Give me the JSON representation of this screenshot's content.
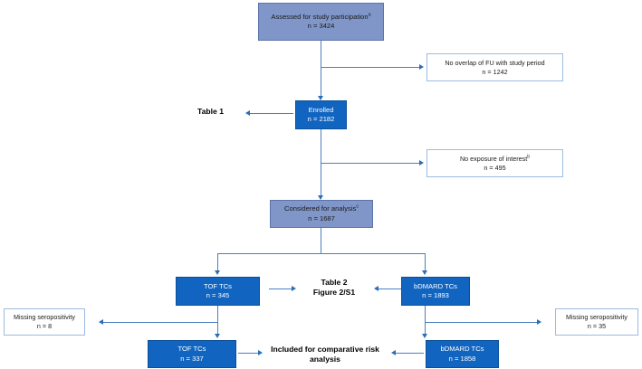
{
  "figure": {
    "type": "flowchart",
    "title": "Study participant flow diagram",
    "colors": {
      "light_box_fill": "#8096c8",
      "solid_box_fill": "#1165c0",
      "outline_box_border": "#9dbbe0",
      "connector": "#4a7fc1",
      "arrowhead": "#2e6db4"
    }
  },
  "nodes": {
    "assessed": {
      "label": "Assessed for study participation",
      "superscript": "a",
      "count": "n = 3424",
      "style": "light"
    },
    "no_overlap": {
      "label": "No overlap of FU with study period",
      "superscript": "",
      "count": "n = 1242",
      "style": "outline"
    },
    "enrolled": {
      "label": "Enrolled",
      "superscript": "",
      "count": "n = 2182",
      "style": "solid"
    },
    "no_exposure": {
      "label": "No exposure of interest",
      "superscript": "b",
      "count": "n = 495",
      "style": "outline"
    },
    "considered": {
      "label": "Considered for analysis",
      "superscript": "c",
      "count": "n = 1687",
      "style": "light"
    },
    "tof_top": {
      "label": "TOF TCs",
      "superscript": "",
      "count": "n = 345",
      "style": "solid"
    },
    "bdmard_top": {
      "label": "bDMARD TCs",
      "superscript": "",
      "count": "n = 1893",
      "style": "solid"
    },
    "missing_left": {
      "label": "Missing seropositivity",
      "superscript": "",
      "count": "n = 8",
      "style": "outline"
    },
    "missing_right": {
      "label": "Missing seropositivity",
      "superscript": "",
      "count": "n = 35",
      "style": "outline"
    },
    "tof_bottom": {
      "label": "TOF TCs",
      "superscript": "",
      "count": "n = 337",
      "style": "solid"
    },
    "bdmard_bottom": {
      "label": "bDMARD TCs",
      "superscript": "",
      "count": "n = 1858",
      "style": "solid"
    }
  },
  "captions": {
    "table1": "Table 1",
    "table2_line1": "Table 2",
    "table2_line2": "Figure 2/S1",
    "included_line1": "Included for comparative risk",
    "included_line2": "analysis"
  }
}
